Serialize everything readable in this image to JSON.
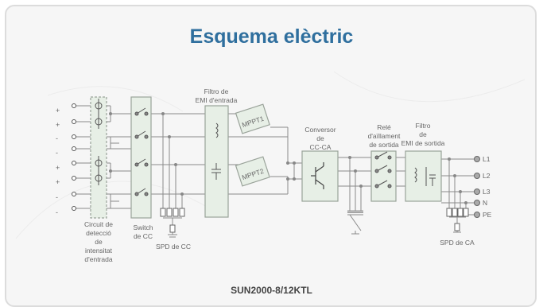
{
  "title": "Esquema elèctric",
  "model": "SUN2000-8/12KTL",
  "labels": {
    "current_detection": [
      "Circuit de",
      "detecció",
      "de",
      "intensitat",
      "d'entrada"
    ],
    "dc_switch": [
      "Switch",
      "de CC"
    ],
    "spd_dc": "SPD de CC",
    "emi_input": [
      "Filtro de",
      "EMI d'entrada"
    ],
    "mppt1": "MPPT1",
    "mppt2": "MPPT2",
    "inverter": [
      "Conversor",
      "de",
      "CC-CA"
    ],
    "relay": [
      "Relé",
      "d'aïllament",
      "de sortida"
    ],
    "emi_output": [
      "Filtro",
      "de",
      "EMI de sortida"
    ],
    "spd_ac": "SPD de CA"
  },
  "input_signs": [
    "+",
    "+",
    "-",
    "-",
    "+",
    "+",
    "-",
    "-"
  ],
  "outputs": [
    "L1",
    "L2",
    "L3",
    "N",
    "PE"
  ],
  "colors": {
    "title": "#2f6f9e",
    "line": "#8a8a8a",
    "box_fill": "#e7efe6",
    "box_stroke": "#9aa39a"
  }
}
